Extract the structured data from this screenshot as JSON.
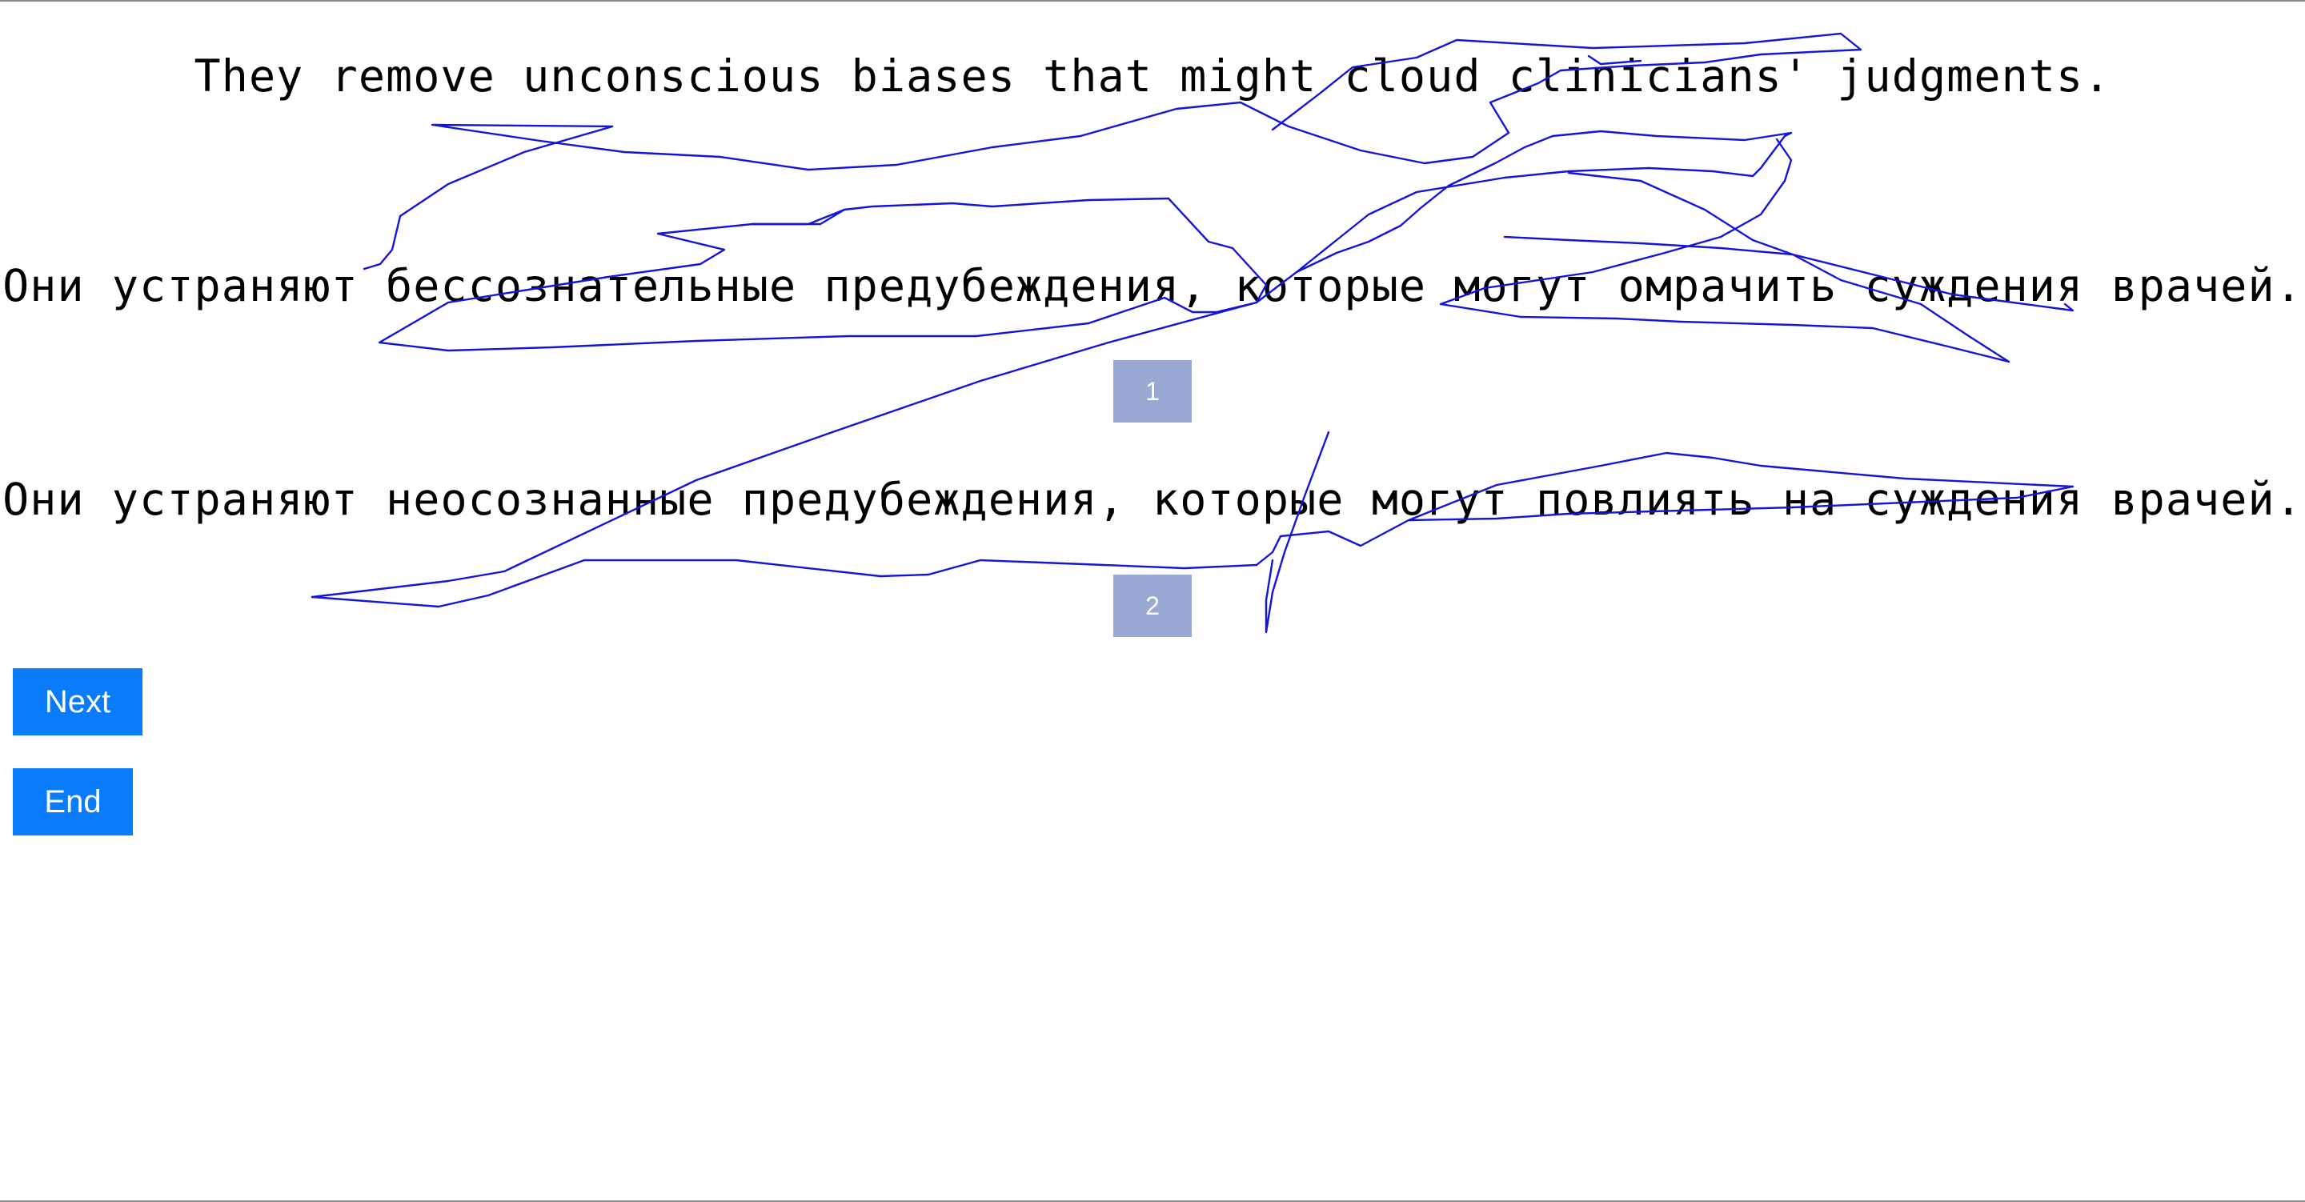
{
  "source_sentence": "They remove unconscious biases that might cloud clinicians' judgments.",
  "candidates": [
    {
      "text": "Они устраняют бессознательные предубеждения, которые могут омрачить суждения врачей.",
      "badge_label": "1"
    },
    {
      "text": "Они устраняют неосознанные предубеждения, которые могут повлиять на суждения врачей.",
      "badge_label": "2"
    }
  ],
  "buttons": {
    "next_label": "Next",
    "end_label": "End"
  },
  "colors": {
    "badge": "#9aa9d4",
    "button": "#0a7cf9",
    "scribble_ink": "#1515d6"
  }
}
